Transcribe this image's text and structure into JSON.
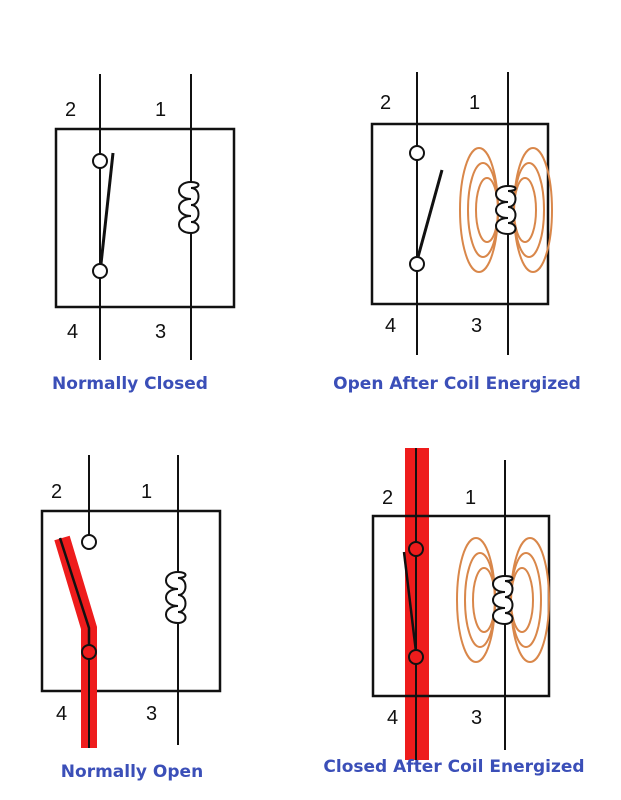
{
  "colors": {
    "line": "#111111",
    "caption": "#3b4fb8",
    "field": "#d9874a",
    "current": "#ee1c1c"
  },
  "panels": [
    {
      "caption": "Normally Closed",
      "pins": {
        "p1": "1",
        "p2": "2",
        "p3": "3",
        "p4": "4"
      }
    },
    {
      "caption": "Open After Coil Energized",
      "pins": {
        "p1": "1",
        "p2": "2",
        "p3": "3",
        "p4": "4"
      }
    },
    {
      "caption": "Normally Open",
      "pins": {
        "p1": "1",
        "p2": "2",
        "p3": "3",
        "p4": "4"
      }
    },
    {
      "caption": "Closed After Coil Energized",
      "pins": {
        "p1": "1",
        "p2": "2",
        "p3": "3",
        "p4": "4"
      }
    }
  ]
}
